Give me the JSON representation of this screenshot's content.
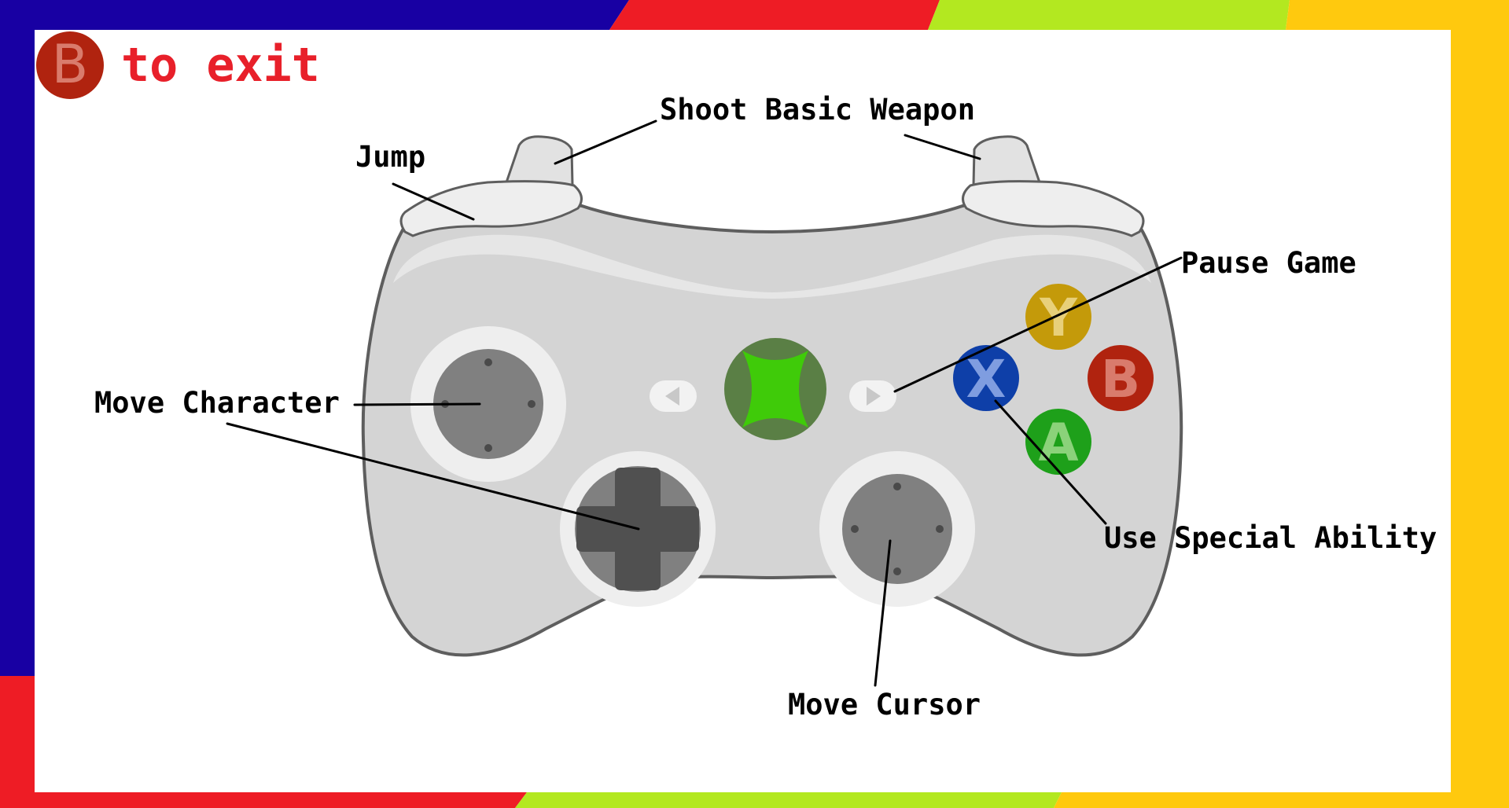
{
  "exit_hint": {
    "button_letter": "B",
    "text": "to exit",
    "color": "#e8202a",
    "icon_color": "#b0230f",
    "icon_letter_color": "#d97b6c"
  },
  "frame_colors": {
    "blue": "#1800a3",
    "red": "#ee1c25",
    "green": "#b3e820",
    "yellow": "#ffc90e"
  },
  "controller": {
    "buttons": [
      {
        "letter": "Y",
        "color": "#c49a0a",
        "letter_color": "#e8d07a"
      },
      {
        "letter": "X",
        "color": "#0e3fa8",
        "letter_color": "#7f9de0"
      },
      {
        "letter": "B",
        "color": "#b0230f",
        "letter_color": "#d97b6c"
      },
      {
        "letter": "A",
        "color": "#1ea01a",
        "letter_color": "#8bd27a"
      }
    ],
    "guide_button": {
      "icon": "xbox-logo-icon",
      "color": "#5a7f45",
      "logo_color": "#3fcb09"
    },
    "back_icon": "triangle-left-icon",
    "start_icon": "triangle-right-icon",
    "body_color": "#d4d4d4",
    "outline_color": "#5e5e5e"
  },
  "labels": {
    "shoot": "Shoot Basic Weapon",
    "jump": "Jump",
    "pause": "Pause Game",
    "move_character": "Move Character",
    "special": "Use Special Ability",
    "move_cursor": "Move Cursor"
  }
}
